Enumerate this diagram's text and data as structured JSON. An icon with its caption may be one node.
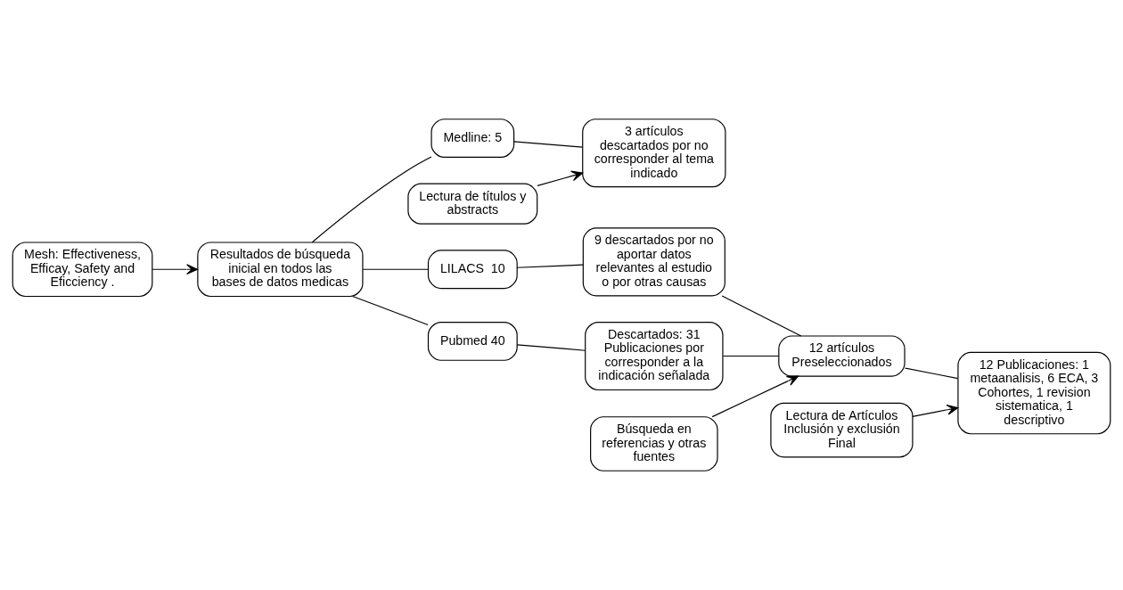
{
  "diagram": {
    "nodes": [
      {
        "text": [
          "Mesh: Effectiveness, Efficay, Safety and Eficciency ."
        ]
      },
      {
        "text": [
          "Lectura de títulos y abstracts"
        ]
      },
      {
        "text": [
          "Búsqueda en referencias y otras fuentes"
        ]
      },
      {
        "text": [
          "Lectura de Artículos Inclusión y exclusión Final"
        ]
      },
      {
        "text": [
          "Resultados de búsqueda inicial en todos las bases de datos medicas"
        ]
      },
      {
        "text": [
          "Medline: 5"
        ]
      },
      {
        "text": [
          "LILACS  10"
        ]
      },
      {
        "text": [
          "Pubmed 40"
        ]
      },
      {
        "text": [
          "3 artículos descartados por no corresponder al tema indicado"
        ]
      },
      {
        "text": [
          "9 descartados por no aportar datos relevantes al estudio o por otras causas"
        ]
      },
      {
        "text": [
          "Descartados: 31 Publicaciones por corresponder a la indicación señalada"
        ]
      },
      {
        "text": [
          "12 artículos Preseleccionados"
        ]
      },
      {
        "text": [
          "12 Publicaciones: 1 metaanalisis, 6 ECA, 3 Cohortes, 1 revision sistematica, 1 descriptivo"
        ]
      }
    ],
    "edges": [
      {
        "from": 0,
        "to": 4,
        "arrow": "to"
      },
      {
        "from": 4,
        "to": 5,
        "arrow": "none"
      },
      {
        "from": 4,
        "to": 6,
        "arrow": "none"
      },
      {
        "from": 4,
        "to": 7,
        "arrow": "none"
      },
      {
        "from": 1,
        "to": 8,
        "arrow": "to"
      },
      {
        "from": 5,
        "to": 8,
        "arrow": "none"
      },
      {
        "from": 6,
        "to": 9,
        "arrow": "none"
      },
      {
        "from": 7,
        "to": 10,
        "arrow": "none"
      },
      {
        "from": 2,
        "to": 11,
        "arrow": "to"
      },
      {
        "from": 9,
        "to": 11,
        "arrow": "none"
      },
      {
        "from": 10,
        "to": 11,
        "arrow": "none"
      },
      {
        "from": 3,
        "to": 12,
        "arrow": "to"
      },
      {
        "from": 11,
        "to": 12,
        "arrow": "none"
      }
    ]
  }
}
